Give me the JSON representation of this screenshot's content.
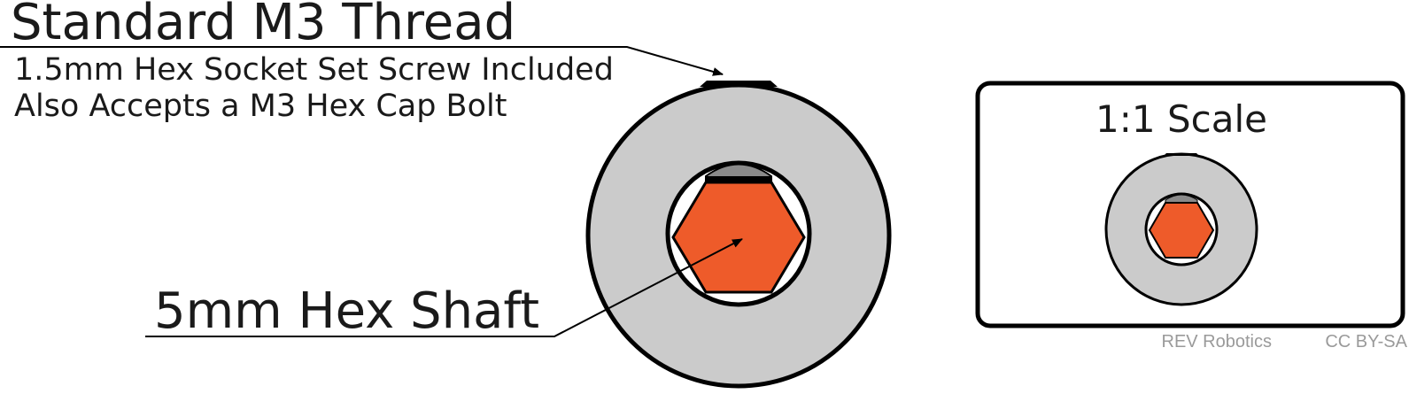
{
  "labels": {
    "thread_title": "Standard M3 Thread",
    "set_screw_note": "1.5mm Hex Socket Set Screw Included",
    "cap_bolt_note": "Also Accepts a M3 Hex Cap Bolt",
    "shaft_label": "5mm Hex Shaft",
    "scale_label": "1:1 Scale"
  },
  "credits": {
    "author": "REV Robotics",
    "license": "CC BY-SA"
  },
  "colors": {
    "collar_fill": "#cbcbcb",
    "hex_shaft_fill": "#ee5b2a",
    "outline": "#000000",
    "credit_text": "#9a9a9a"
  }
}
